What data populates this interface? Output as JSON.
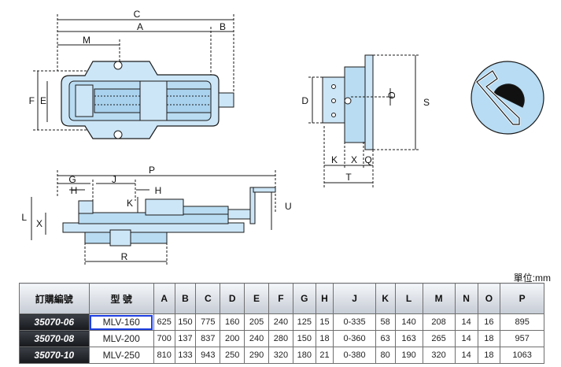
{
  "drawing": {
    "top_view_labels": {
      "C": "C",
      "A": "A",
      "B": "B",
      "M": "M",
      "F": "F",
      "E": "E"
    },
    "side_view_labels": {
      "D": "D",
      "O": "O",
      "S": "S",
      "K": "K",
      "X": "X",
      "Q": "Q",
      "T": "T"
    },
    "front_view_labels": {
      "G": "G",
      "P": "P",
      "H_left": "H",
      "J": "J",
      "H_right": "H",
      "K": "K",
      "L": "L",
      "X": "X",
      "U": "U",
      "R": "R"
    }
  },
  "table": {
    "unit_label": "單位:mm",
    "headers": [
      "訂購編號",
      "型 號",
      "A",
      "B",
      "C",
      "D",
      "E",
      "F",
      "G",
      "H",
      "J",
      "K",
      "L",
      "M",
      "N",
      "O",
      "P"
    ],
    "rows": [
      {
        "order": "35070-06",
        "model": "MLV-160",
        "values": [
          "625",
          "150",
          "775",
          "160",
          "205",
          "240",
          "125",
          "15",
          "0-335",
          "58",
          "140",
          "208",
          "14",
          "16",
          "895"
        ]
      },
      {
        "order": "35070-08",
        "model": "MLV-200",
        "values": [
          "700",
          "137",
          "837",
          "200",
          "240",
          "280",
          "150",
          "18",
          "0-360",
          "63",
          "163",
          "265",
          "14",
          "18",
          "957"
        ]
      },
      {
        "order": "35070-10",
        "model": "MLV-250",
        "values": [
          "810",
          "133",
          "943",
          "250",
          "290",
          "320",
          "180",
          "21",
          "0-380",
          "80",
          "190",
          "320",
          "14",
          "18",
          "1063"
        ]
      }
    ]
  }
}
